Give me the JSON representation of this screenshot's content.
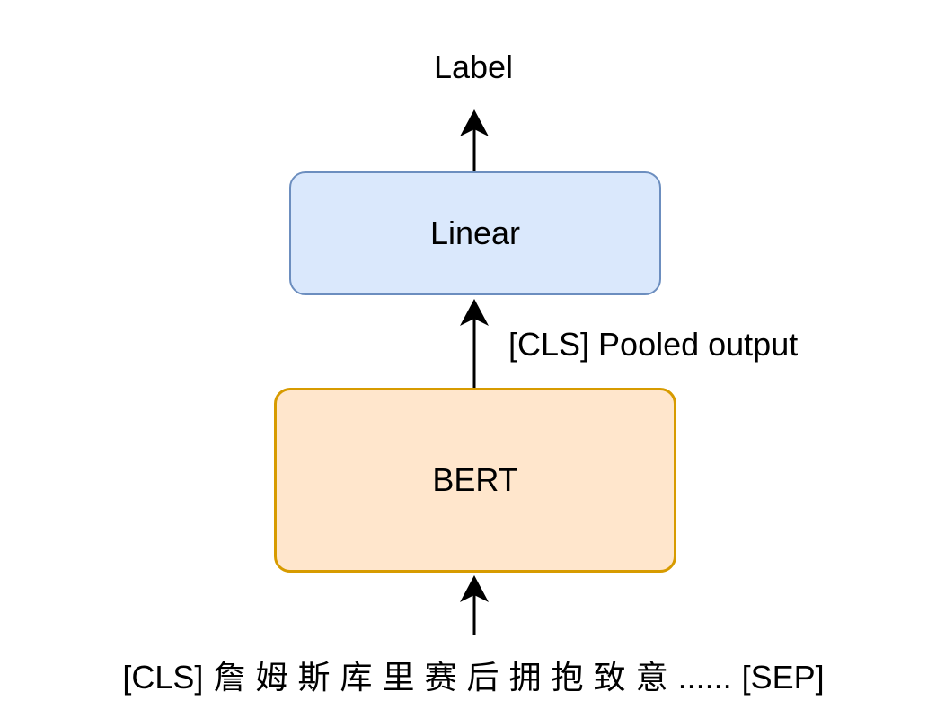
{
  "diagram": {
    "output_label": "Label",
    "linear_label": "Linear",
    "edge_label": "[CLS] Pooled output",
    "bert_label": "BERT",
    "input_tokens": [
      "[CLS]",
      "詹",
      "姆",
      "斯",
      "库",
      "里",
      "赛",
      "后",
      "拥",
      "抱",
      "致",
      "意",
      "......",
      "[SEP]"
    ]
  },
  "colors": {
    "linear_fill": "#dae8fc",
    "linear_stroke": "#6c8ebf",
    "bert_fill": "#ffe6cc",
    "bert_stroke": "#d79b00",
    "arrow": "#000000"
  }
}
